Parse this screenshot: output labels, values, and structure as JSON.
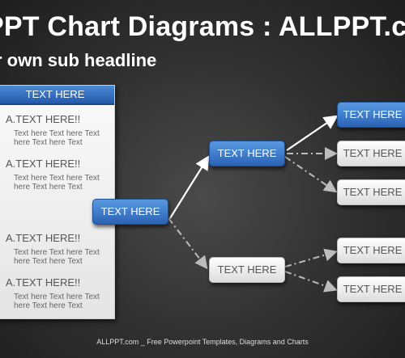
{
  "header": {
    "title": "PPT Chart Diagrams : ALLPPT.c",
    "subtitle": "r own sub headline"
  },
  "panel": {
    "header": "TEXT HERE",
    "items": [
      {
        "heading": "A.TEXT HERE!!",
        "body": "Text here Text here Text here Text here Text"
      },
      {
        "heading": "A.TEXT HERE!!",
        "body": "Text here Text here Text here Text here Text"
      },
      {
        "heading": "A.TEXT HERE!!",
        "body": "Text here Text here Text here Text here Text"
      },
      {
        "heading": "A.TEXT HERE!!",
        "body": "Text here Text here Text here Text here Text"
      }
    ]
  },
  "diagram": {
    "root": "TEXT HERE",
    "mid_top": "TEXT HERE",
    "mid_bottom": "TEXT HERE",
    "right_top_highlight": "TEXT HERE",
    "right_top_2": "TEXT HERE",
    "right_top_3": "TEXT HERE",
    "right_bottom_1": "TEXT HERE",
    "right_bottom_2": "TEXT HERE"
  },
  "footer": "ALLPPT.com _ Free Powerpoint Templates, Diagrams and Charts",
  "colors": {
    "accent_blue": "#2a62b4",
    "connector_solid": "#ffffff",
    "connector_dashed": "#bdbdbd"
  }
}
